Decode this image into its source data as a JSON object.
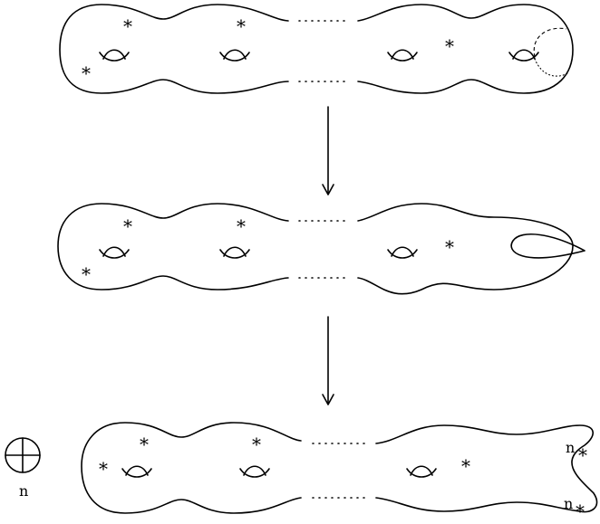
{
  "labels": {
    "marked_point": "*",
    "crosscap_label": "n",
    "boundary_marked_1": "n",
    "boundary_marked_2": "n"
  }
}
